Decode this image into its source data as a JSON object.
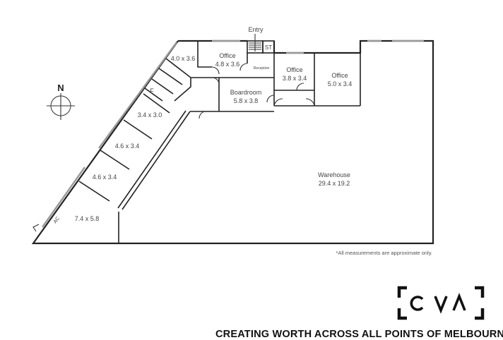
{
  "plan": {
    "entry": "Entry",
    "stair_label": "ST",
    "reception": "Reception",
    "rooms": [
      {
        "name": "",
        "size": "4.0 x 3.6"
      },
      {
        "name": "Office",
        "size": "4.8 x 3.6"
      },
      {
        "name": "Office",
        "size": "3.8 x 3.4"
      },
      {
        "name": "Office",
        "size": "5.0 x 3.4"
      },
      {
        "name": "Boardroom",
        "size": "5.8 x 3.8"
      },
      {
        "name": "",
        "size": "3.4 x 3.0"
      },
      {
        "name": "",
        "size": "4.6 x 3.4"
      },
      {
        "name": "",
        "size": "4.6 x 3.4"
      },
      {
        "name": "",
        "size": "7.4 x 5.8"
      },
      {
        "name": "Warehouse",
        "size": "29.4 x 19.2"
      }
    ],
    "fridge_label": "F",
    "ac_label": "AC",
    "north_label": "N",
    "note": "*All measurements are approximate only."
  },
  "brand": {
    "logo_text": "CVA",
    "tagline": "CREATING WORTH ACROSS ALL POINTS OF MELBOURNE"
  }
}
